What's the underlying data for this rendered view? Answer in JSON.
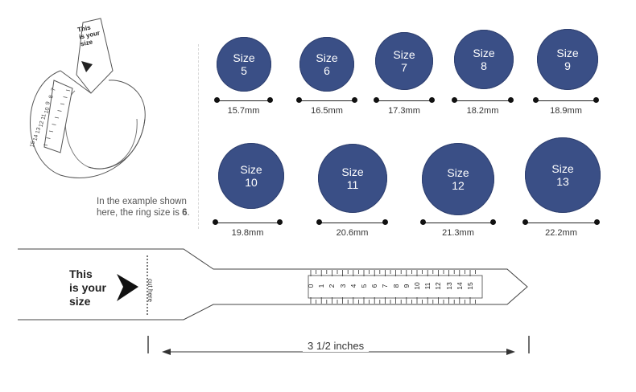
{
  "sizes_row1": [
    {
      "word": "Size",
      "num": "5",
      "mm": "15.7mm"
    },
    {
      "word": "Size",
      "num": "6",
      "mm": "16.5mm"
    },
    {
      "word": "Size",
      "num": "7",
      "mm": "17.3mm"
    },
    {
      "word": "Size",
      "num": "8",
      "mm": "18.2mm"
    },
    {
      "word": "Size",
      "num": "9",
      "mm": "18.9mm"
    }
  ],
  "sizes_row2": [
    {
      "word": "Size",
      "num": "10",
      "mm": "19.8mm"
    },
    {
      "word": "Size",
      "num": "11",
      "mm": "20.6mm"
    },
    {
      "word": "Size",
      "num": "12",
      "mm": "21.3mm"
    },
    {
      "word": "Size",
      "num": "13",
      "mm": "22.2mm"
    }
  ],
  "example": {
    "text": "In the example shown here, the ring size is ",
    "size": "6",
    "end": "."
  },
  "strip": {
    "line1": "This",
    "line2": "is your",
    "line3": "size",
    "cut": "cut here",
    "scale": [
      "0",
      "1",
      "2",
      "3",
      "4",
      "5",
      "6",
      "7",
      "8",
      "9",
      "10",
      "11",
      "12",
      "13",
      "14",
      "15"
    ],
    "length": "3 1/2 inches"
  },
  "wrap_sketch": {
    "tab1": "This",
    "tab2": "is your",
    "tab3": "size",
    "scale": [
      "7",
      "8",
      "9",
      "10",
      "11",
      "12",
      "13",
      "14",
      "15"
    ]
  },
  "colors": {
    "circle": "#3a4f86",
    "text": "#333333"
  }
}
